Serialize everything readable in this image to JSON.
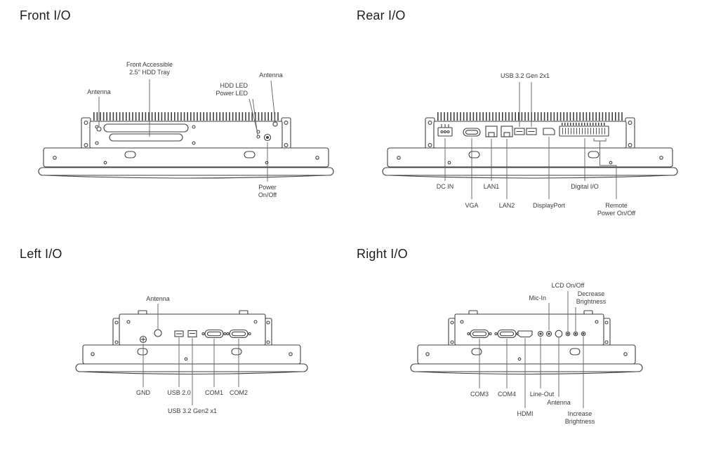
{
  "sections": {
    "front": {
      "title": "Front I/O",
      "labels": {
        "hdd_tray": "Front Accessible\n2.5\" HDD Tray",
        "antenna_left": "Antenna",
        "hdd_power_led": "HDD LED\nPower LED",
        "antenna_right": "Antenna",
        "power_onoff": "Power\nOn/Off"
      }
    },
    "rear": {
      "title": "Rear I/O",
      "labels": {
        "usb": "USB 3.2 Gen 2x1",
        "dc_in": "DC IN",
        "vga": "VGA",
        "lan1": "LAN1",
        "lan2": "LAN2",
        "displayport": "DisplayPort",
        "digital_io": "Digital I/O",
        "remote_power": "Remote\nPower On/Off"
      }
    },
    "left": {
      "title": "Left I/O",
      "labels": {
        "antenna": "Antenna",
        "gnd": "GND",
        "usb20": "USB 2.0",
        "com1": "COM1",
        "com2": "COM2",
        "usb32": "USB 3.2 Gen2 x1"
      }
    },
    "right": {
      "title": "Right I/O",
      "labels": {
        "mic_in": "Mic-In",
        "lcd_onoff": "LCD On/Off",
        "decrease_brightness": "Decrease\nBrightness",
        "com3": "COM3",
        "com4": "COM4",
        "line_out": "Line-Out",
        "antenna": "Antenna",
        "hdmi": "HDMI",
        "increase_brightness": "Increase\nBrightness"
      }
    }
  }
}
